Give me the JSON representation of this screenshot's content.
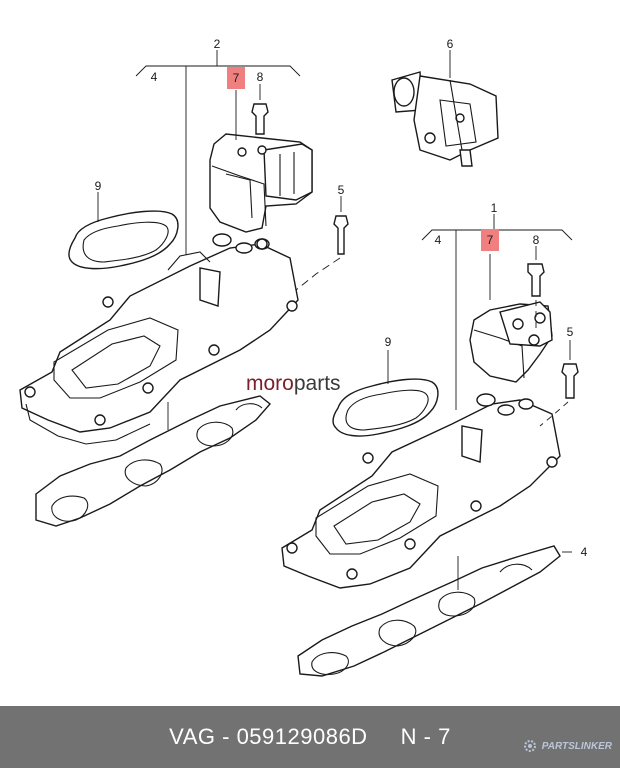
{
  "diagram": {
    "callouts": {
      "upper_group": "2",
      "upper_sub": "4",
      "upper_highlight": "7",
      "upper_bolt": "8",
      "upper_gasket": "9",
      "upper_screw": "5",
      "detail": "6",
      "lower_group": "1",
      "lower_sub": "4",
      "lower_highlight": "7",
      "lower_bolt": "8",
      "lower_gasket": "9",
      "lower_screw": "5",
      "lower_manifold_gasket": "4"
    },
    "highlight_color": "#f08080",
    "watermark": {
      "part1": "moro",
      "part2": "parts",
      "color1": "#7a1f2b",
      "color2": "#3a3a3a"
    }
  },
  "footer": {
    "brand": "VAG",
    "separator": " - ",
    "part_number": "059129086D",
    "gap": "     ",
    "position_label": "N - 7",
    "logo_text": "PARTSLINKER",
    "logo_icon": "gear-icon",
    "background": "#727272"
  }
}
